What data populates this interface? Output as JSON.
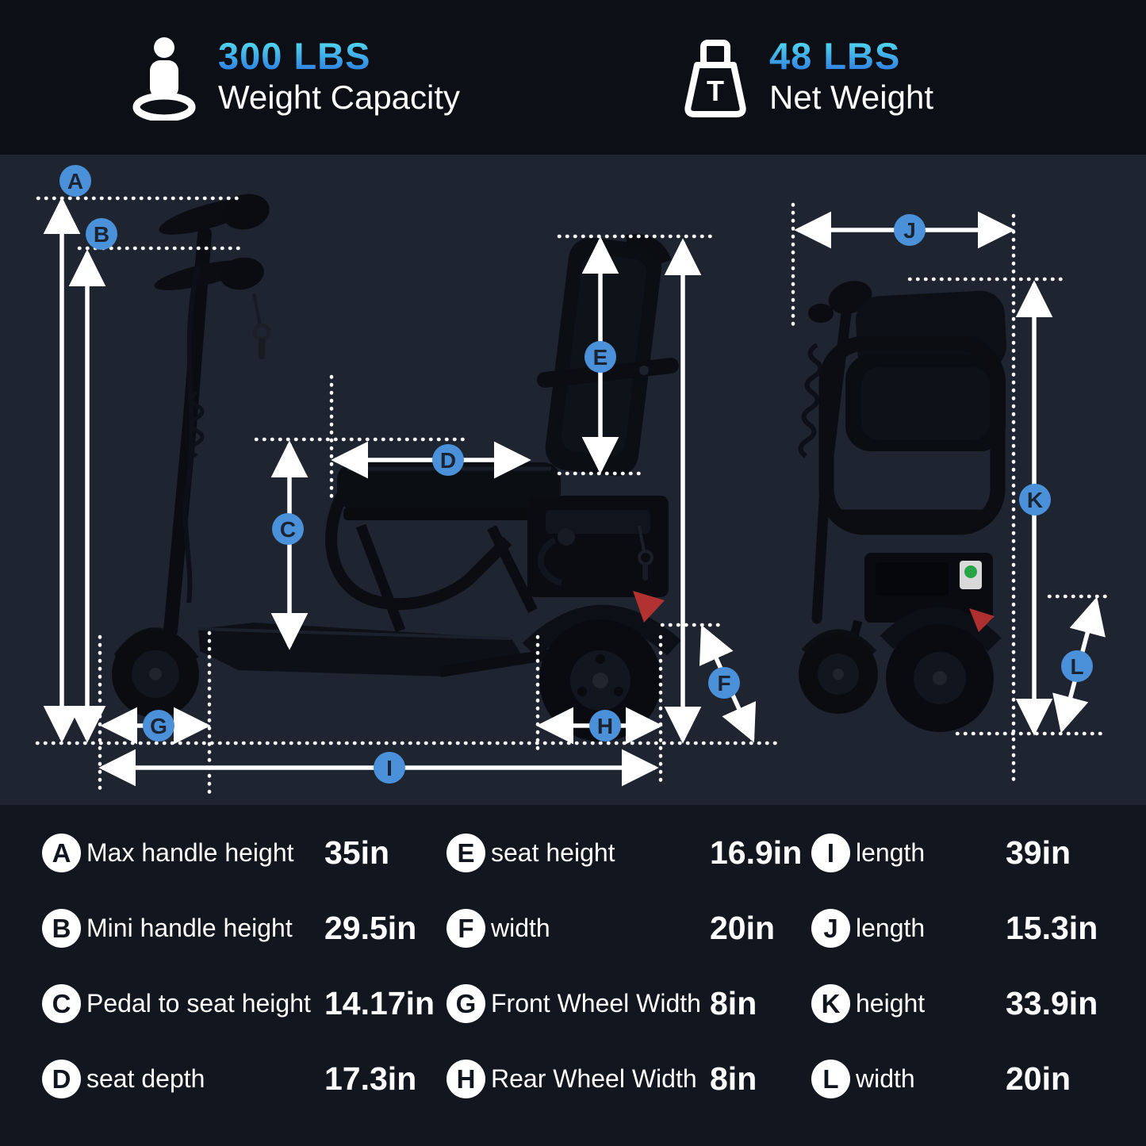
{
  "header": {
    "weight_capacity": {
      "icon": "person-icon",
      "value": "300 LBS",
      "label": "Weight Capacity"
    },
    "net_weight": {
      "icon": "weight-icon",
      "icon_letter": "T",
      "value": "48 LBS",
      "label": "Net Weight"
    }
  },
  "colors": {
    "accent_badge_blue": "#4a91d9",
    "value_gradient_top": "#58e6ef",
    "value_gradient_bottom": "#2e7de2",
    "header_bg": "#0c0f15",
    "diagram_bg": "#1e2531",
    "table_bg": "#12161f"
  },
  "diagram": {
    "badges": [
      {
        "letter": "A"
      },
      {
        "letter": "B"
      },
      {
        "letter": "C"
      },
      {
        "letter": "D"
      },
      {
        "letter": "E"
      },
      {
        "letter": "F"
      },
      {
        "letter": "G"
      },
      {
        "letter": "H"
      },
      {
        "letter": "I"
      },
      {
        "letter": "J"
      },
      {
        "letter": "K"
      },
      {
        "letter": "L"
      }
    ]
  },
  "specs": [
    {
      "letter": "A",
      "label": "Max handle height",
      "value": "35in"
    },
    {
      "letter": "B",
      "label": "Mini handle height",
      "value": "29.5in"
    },
    {
      "letter": "C",
      "label": "Pedal to seat height",
      "value": "14.17in"
    },
    {
      "letter": "D",
      "label": "seat depth",
      "value": "17.3in"
    },
    {
      "letter": "E",
      "label": "seat height",
      "value": "16.9in"
    },
    {
      "letter": "F",
      "label": "width",
      "value": "20in"
    },
    {
      "letter": "G",
      "label": "Front Wheel Width",
      "value": "8in"
    },
    {
      "letter": "H",
      "label": "Rear Wheel Width",
      "value": "8in"
    },
    {
      "letter": "I",
      "label": "length",
      "value": "39in"
    },
    {
      "letter": "J",
      "label": "length",
      "value": "15.3in"
    },
    {
      "letter": "K",
      "label": "height",
      "value": "33.9in"
    },
    {
      "letter": "L",
      "label": "width",
      "value": "20in"
    }
  ]
}
